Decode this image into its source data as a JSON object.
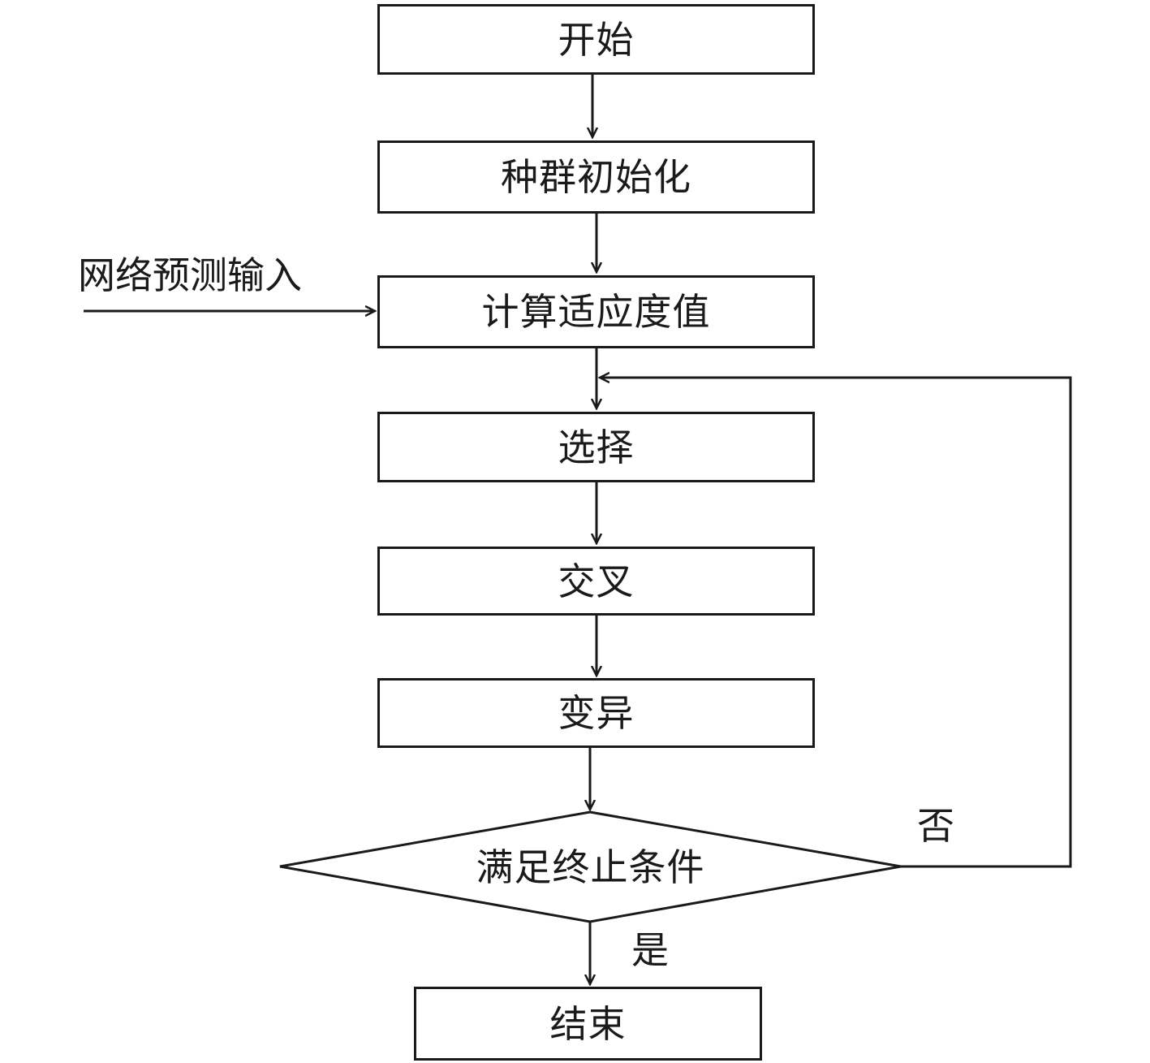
{
  "flowchart": {
    "start_label": "开始",
    "init_label": "种群初始化",
    "fitness_label": "计算适应度值",
    "selection_label": "选择",
    "crossover_label": "交叉",
    "mutation_label": "变异",
    "decision_label": "满足终止条件",
    "end_label": "结束",
    "input_label": "网络预测输入",
    "no_label": "否",
    "yes_label": "是"
  }
}
